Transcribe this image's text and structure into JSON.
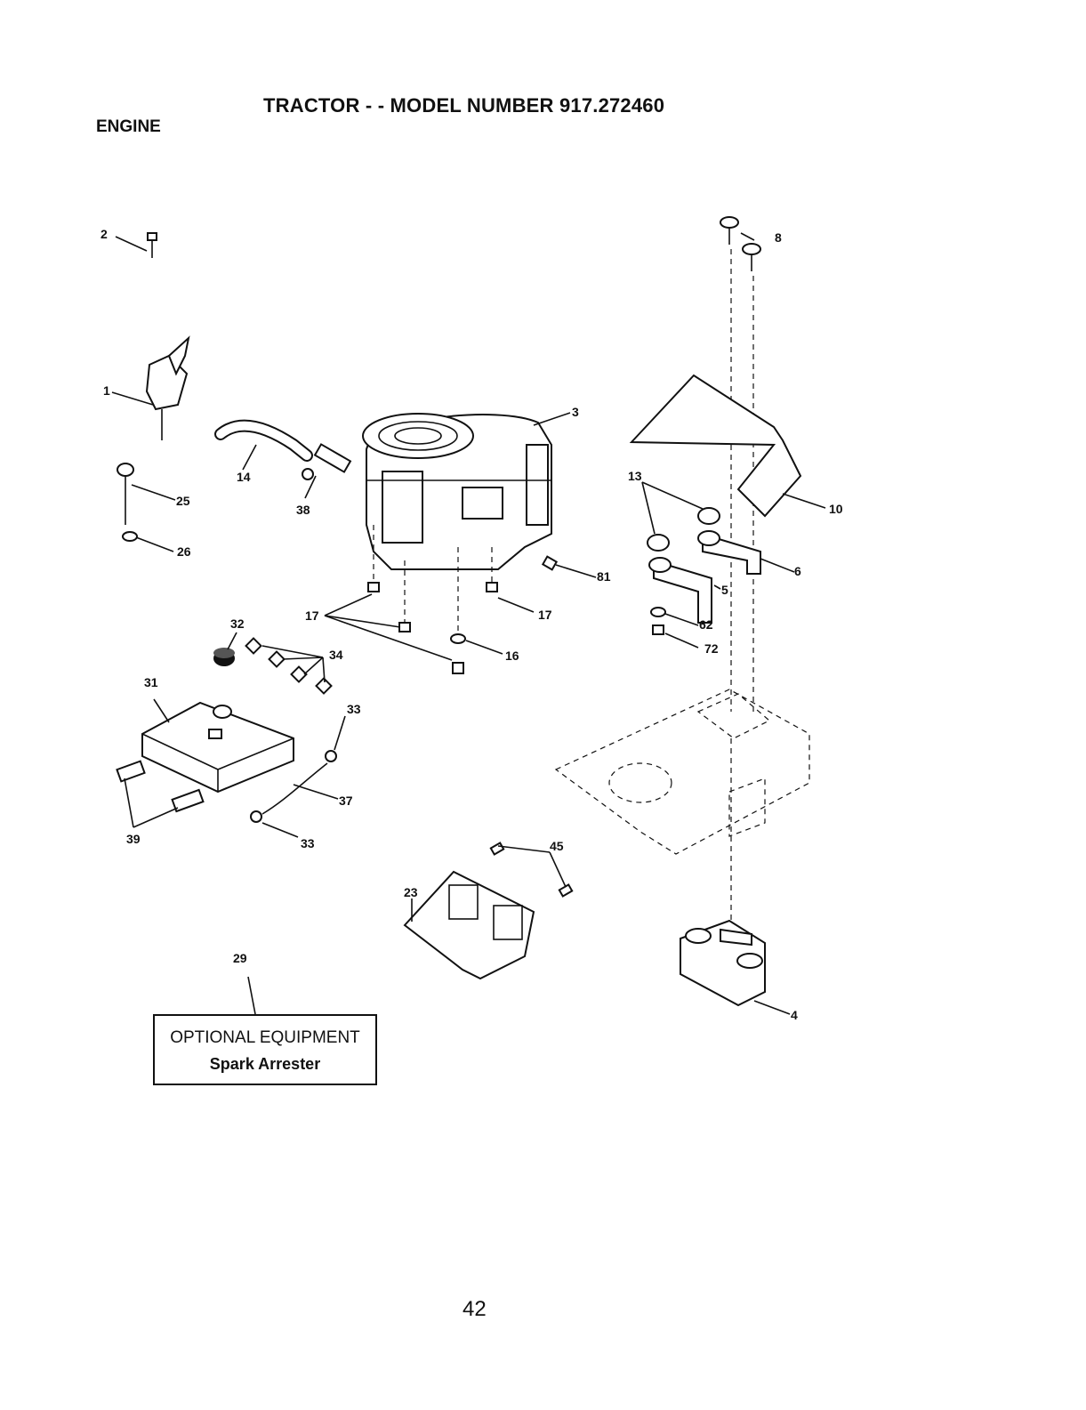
{
  "header": {
    "title": "TRACTOR - - MODEL NUMBER 917.272460",
    "section": "ENGINE"
  },
  "callouts": [
    "1",
    "2",
    "3",
    "4",
    "5",
    "6",
    "8",
    "10",
    "13",
    "14",
    "16",
    "17",
    "17",
    "23",
    "25",
    "26",
    "29",
    "31",
    "32",
    "33",
    "33",
    "34",
    "37",
    "38",
    "39",
    "45",
    "62",
    "72",
    "81"
  ],
  "optional_box": {
    "title": "OPTIONAL EQUIPMENT",
    "subtitle": "Spark Arrester"
  },
  "page_number": "42"
}
